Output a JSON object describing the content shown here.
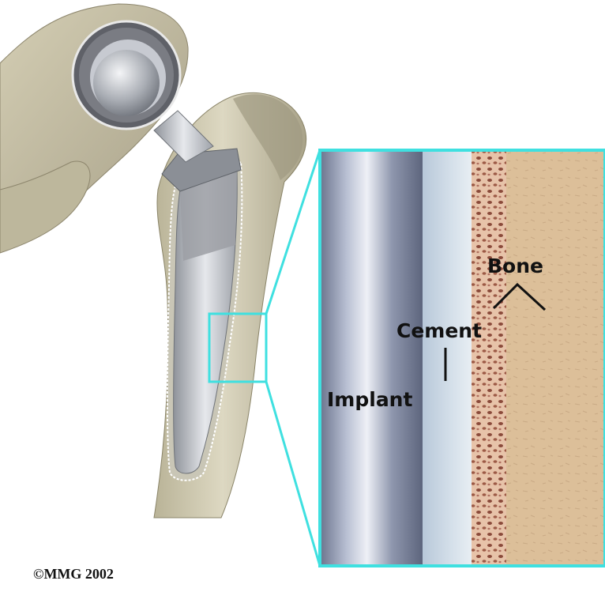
{
  "labels": {
    "bone": "Bone",
    "cement": "Cement",
    "implant": "Implant"
  },
  "copyright": "©MMG 2002",
  "colors": {
    "accent_frame": "#3fe0e0",
    "implant_metal": "#9aa2b8",
    "cement": "#c9d8e6",
    "bone_cortex": "#d9b993",
    "bone_illustration": "#c7c1a6"
  }
}
